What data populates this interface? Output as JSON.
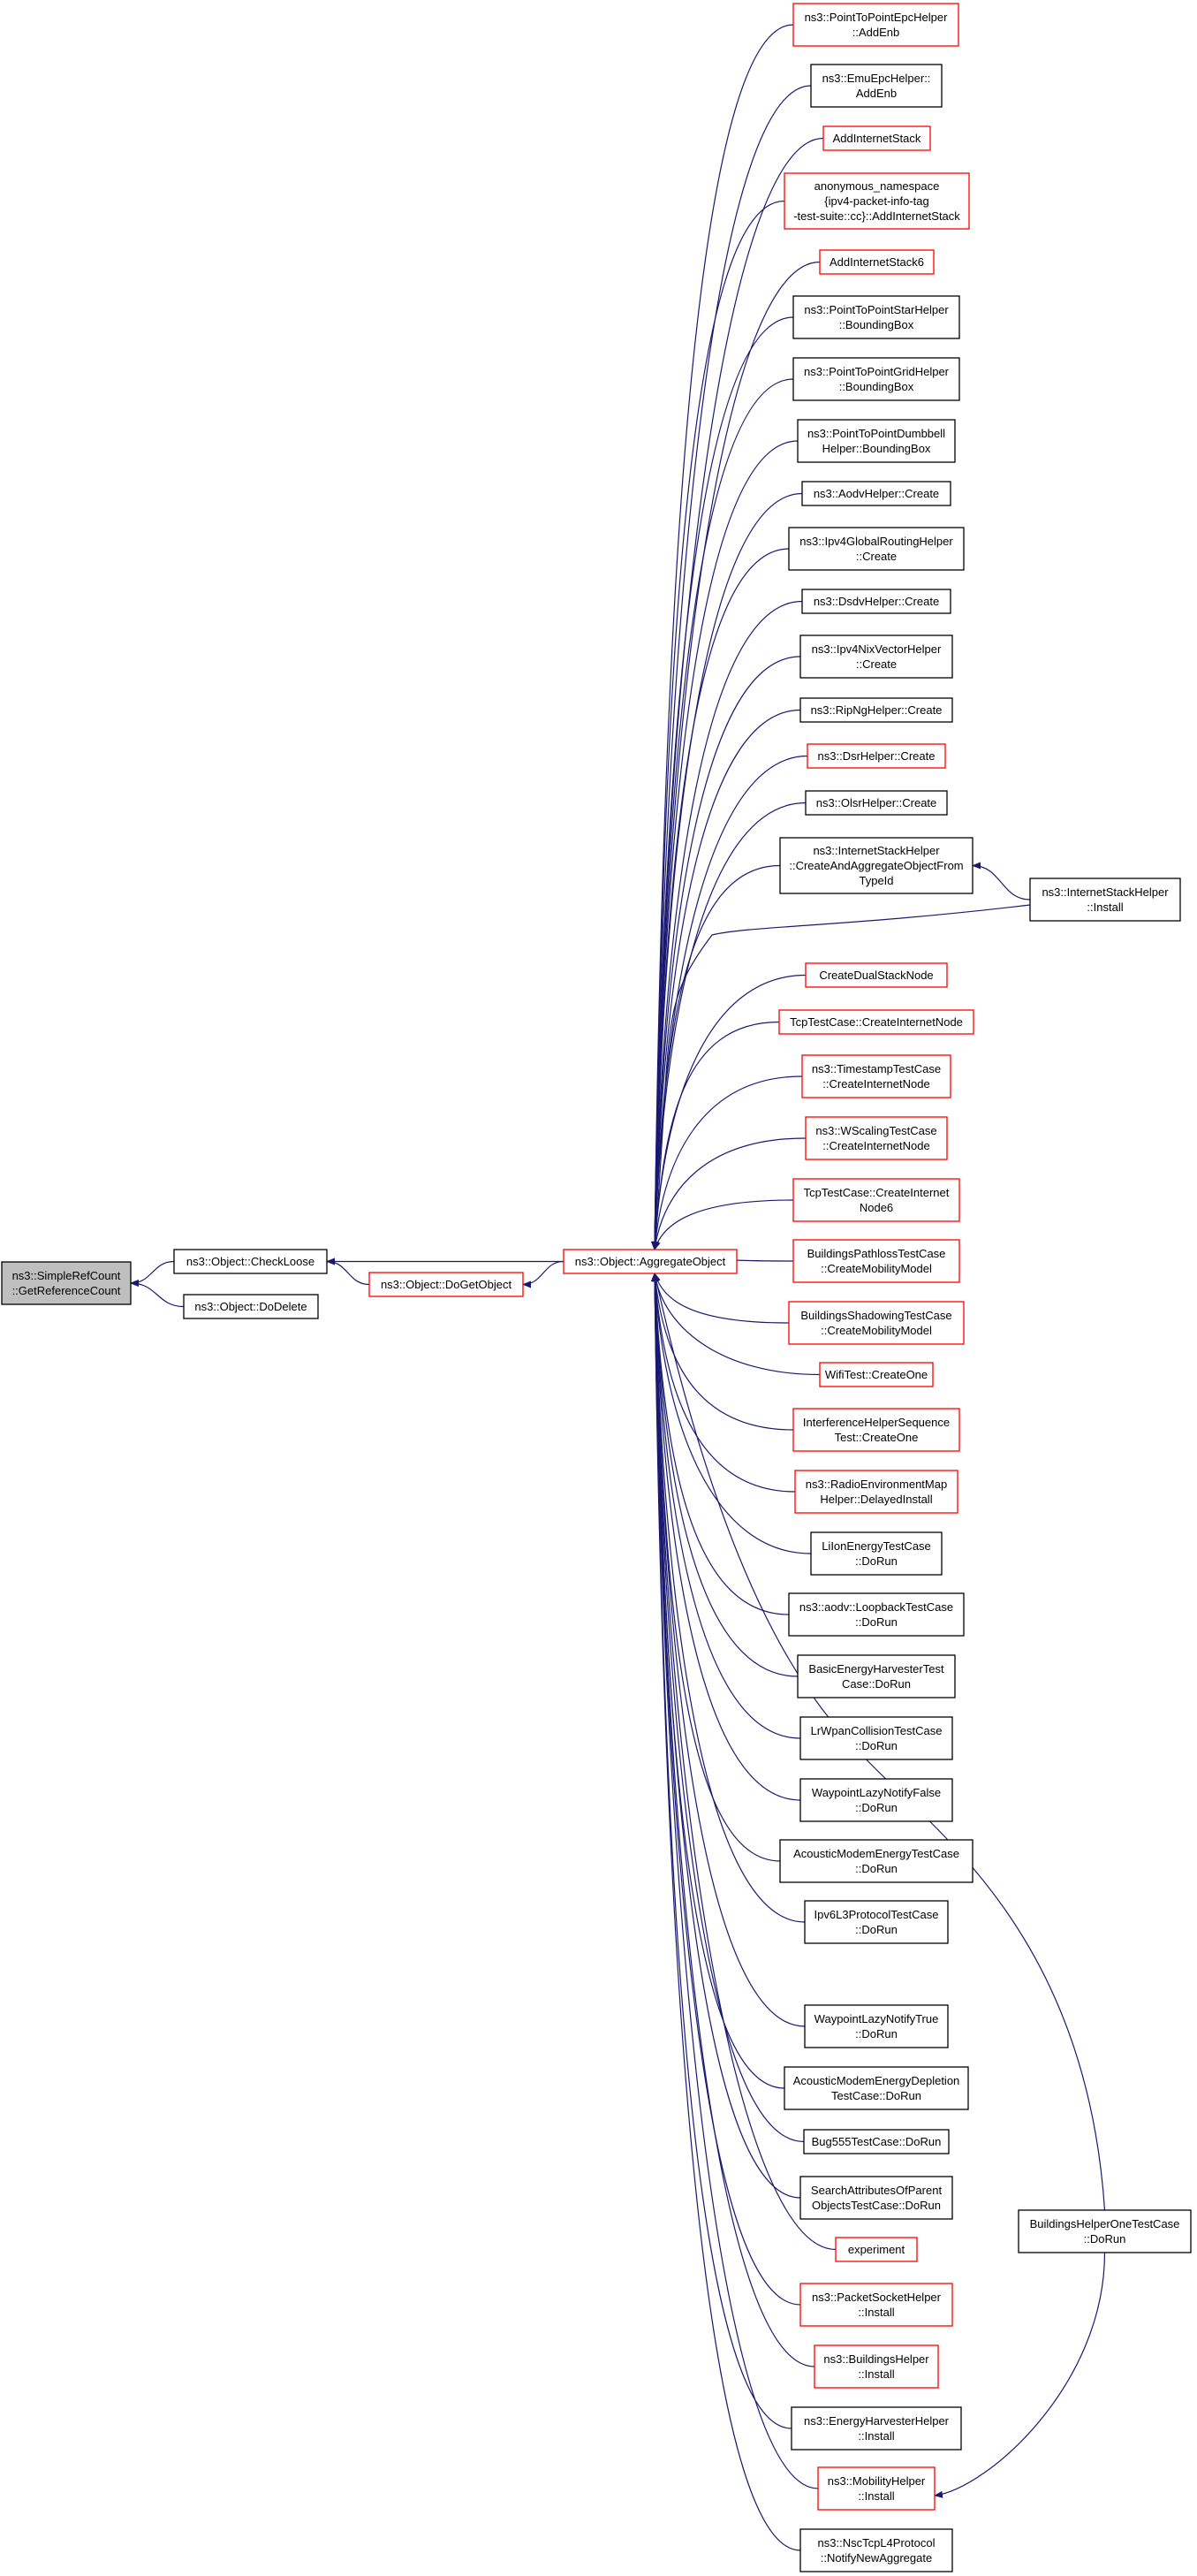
{
  "colors": {
    "edge": "#191970",
    "box_black": "#000000",
    "box_red": "#ff0000",
    "box_gray_fill": "#bfbfbf",
    "background": "#ffffff"
  },
  "nodes": [
    {
      "id": "getref",
      "lines": [
        "ns3::SimpleRefCount",
        "::GetReferenceCount"
      ],
      "border": "black",
      "fill": "gray"
    },
    {
      "id": "checkloose",
      "lines": [
        "ns3::Object::CheckLoose"
      ],
      "border": "black"
    },
    {
      "id": "dodelete",
      "lines": [
        "ns3::Object::DoDelete"
      ],
      "border": "black"
    },
    {
      "id": "dogetobject",
      "lines": [
        "ns3::Object::DoGetObject"
      ],
      "border": "red"
    },
    {
      "id": "aggregate",
      "lines": [
        "ns3::Object::AggregateObject"
      ],
      "border": "red"
    },
    {
      "id": "c0",
      "lines": [
        "ns3::PointToPointEpcHelper",
        "::AddEnb"
      ],
      "border": "red"
    },
    {
      "id": "c1",
      "lines": [
        "ns3::EmuEpcHelper::",
        "AddEnb"
      ],
      "border": "black"
    },
    {
      "id": "c2",
      "lines": [
        "AddInternetStack"
      ],
      "border": "red"
    },
    {
      "id": "c3",
      "lines": [
        "anonymous_namespace",
        "{ipv4-packet-info-tag",
        "-test-suite::cc}::AddInternetStack"
      ],
      "border": "red"
    },
    {
      "id": "c4",
      "lines": [
        "AddInternetStack6"
      ],
      "border": "red"
    },
    {
      "id": "c5",
      "lines": [
        "ns3::PointToPointStarHelper",
        "::BoundingBox"
      ],
      "border": "black"
    },
    {
      "id": "c6",
      "lines": [
        "ns3::PointToPointGridHelper",
        "::BoundingBox"
      ],
      "border": "black"
    },
    {
      "id": "c7",
      "lines": [
        "ns3::PointToPointDumbbell",
        "Helper::BoundingBox"
      ],
      "border": "black"
    },
    {
      "id": "c8",
      "lines": [
        "ns3::AodvHelper::Create"
      ],
      "border": "black"
    },
    {
      "id": "c9",
      "lines": [
        "ns3::Ipv4GlobalRoutingHelper",
        "::Create"
      ],
      "border": "black"
    },
    {
      "id": "c10",
      "lines": [
        "ns3::DsdvHelper::Create"
      ],
      "border": "black"
    },
    {
      "id": "c11",
      "lines": [
        "ns3::Ipv4NixVectorHelper",
        "::Create"
      ],
      "border": "black"
    },
    {
      "id": "c12",
      "lines": [
        "ns3::RipNgHelper::Create"
      ],
      "border": "black"
    },
    {
      "id": "c13",
      "lines": [
        "ns3::DsrHelper::Create"
      ],
      "border": "red"
    },
    {
      "id": "c14",
      "lines": [
        "ns3::OlsrHelper::Create"
      ],
      "border": "black"
    },
    {
      "id": "c15",
      "lines": [
        "ns3::InternetStackHelper",
        "::CreateAndAggregateObjectFrom",
        "TypeId"
      ],
      "border": "black"
    },
    {
      "id": "c16",
      "lines": [
        "CreateDualStackNode"
      ],
      "border": "red"
    },
    {
      "id": "c17",
      "lines": [
        "TcpTestCase::CreateInternetNode"
      ],
      "border": "red"
    },
    {
      "id": "c18",
      "lines": [
        "ns3::TimestampTestCase",
        "::CreateInternetNode"
      ],
      "border": "red"
    },
    {
      "id": "c19",
      "lines": [
        "ns3::WScalingTestCase",
        "::CreateInternetNode"
      ],
      "border": "red"
    },
    {
      "id": "c20",
      "lines": [
        "TcpTestCase::CreateInternet",
        "Node6"
      ],
      "border": "red"
    },
    {
      "id": "c21",
      "lines": [
        "BuildingsPathlossTestCase",
        "::CreateMobilityModel"
      ],
      "border": "red"
    },
    {
      "id": "c22",
      "lines": [
        "BuildingsShadowingTestCase",
        "::CreateMobilityModel"
      ],
      "border": "red"
    },
    {
      "id": "c23",
      "lines": [
        "WifiTest::CreateOne"
      ],
      "border": "red"
    },
    {
      "id": "c24",
      "lines": [
        "InterferenceHelperSequence",
        "Test::CreateOne"
      ],
      "border": "red"
    },
    {
      "id": "c25",
      "lines": [
        "ns3::RadioEnvironmentMap",
        "Helper::DelayedInstall"
      ],
      "border": "red"
    },
    {
      "id": "c26",
      "lines": [
        "LiIonEnergyTestCase",
        "::DoRun"
      ],
      "border": "black"
    },
    {
      "id": "c27",
      "lines": [
        "ns3::aodv::LoopbackTestCase",
        "::DoRun"
      ],
      "border": "black"
    },
    {
      "id": "c28",
      "lines": [
        "BasicEnergyHarvesterTest",
        "Case::DoRun"
      ],
      "border": "black"
    },
    {
      "id": "c29",
      "lines": [
        "LrWpanCollisionTestCase",
        "::DoRun"
      ],
      "border": "black"
    },
    {
      "id": "c30",
      "lines": [
        "WaypointLazyNotifyFalse",
        "::DoRun"
      ],
      "border": "black"
    },
    {
      "id": "c31",
      "lines": [
        "AcousticModemEnergyTestCase",
        "::DoRun"
      ],
      "border": "black"
    },
    {
      "id": "c32",
      "lines": [
        "Ipv6L3ProtocolTestCase",
        "::DoRun"
      ],
      "border": "black"
    },
    {
      "id": "c33",
      "lines": [
        "WaypointLazyNotifyTrue",
        "::DoRun"
      ],
      "border": "black"
    },
    {
      "id": "c34",
      "lines": [
        "AcousticModemEnergyDepletion",
        "TestCase::DoRun"
      ],
      "border": "black"
    },
    {
      "id": "c35",
      "lines": [
        "Bug555TestCase::DoRun"
      ],
      "border": "black"
    },
    {
      "id": "c36",
      "lines": [
        "SearchAttributesOfParent",
        "ObjectsTestCase::DoRun"
      ],
      "border": "black"
    },
    {
      "id": "c37",
      "lines": [
        "experiment"
      ],
      "border": "red"
    },
    {
      "id": "c38",
      "lines": [
        "ns3::PacketSocketHelper",
        "::Install"
      ],
      "border": "red"
    },
    {
      "id": "c39",
      "lines": [
        "ns3::BuildingsHelper",
        "::Install"
      ],
      "border": "red"
    },
    {
      "id": "c40",
      "lines": [
        "ns3::EnergyHarvesterHelper",
        "::Install"
      ],
      "border": "black"
    },
    {
      "id": "c41",
      "lines": [
        "ns3::MobilityHelper",
        "::Install"
      ],
      "border": "red"
    },
    {
      "id": "c42",
      "lines": [
        "ns3::NscTcpL4Protocol",
        "::NotifyNewAggregate"
      ],
      "border": "black"
    },
    {
      "id": "ishinstall",
      "lines": [
        "ns3::InternetStackHelper",
        "::Install"
      ],
      "border": "black"
    },
    {
      "id": "bhonedorun",
      "lines": [
        "BuildingsHelperOneTestCase",
        "::DoRun"
      ],
      "border": "black"
    }
  ],
  "edges": [
    {
      "from": "checkloose",
      "to": "getref"
    },
    {
      "from": "dodelete",
      "to": "getref"
    },
    {
      "from": "dogetobject",
      "to": "checkloose"
    },
    {
      "from": "aggregate",
      "to": "checkloose"
    },
    {
      "from": "aggregate",
      "to": "dogetobject"
    },
    {
      "from": "c0",
      "to": "aggregate"
    },
    {
      "from": "c1",
      "to": "aggregate"
    },
    {
      "from": "c2",
      "to": "aggregate"
    },
    {
      "from": "c3",
      "to": "aggregate"
    },
    {
      "from": "c4",
      "to": "aggregate"
    },
    {
      "from": "c5",
      "to": "aggregate"
    },
    {
      "from": "c6",
      "to": "aggregate"
    },
    {
      "from": "c7",
      "to": "aggregate"
    },
    {
      "from": "c8",
      "to": "aggregate"
    },
    {
      "from": "c9",
      "to": "aggregate"
    },
    {
      "from": "c10",
      "to": "aggregate"
    },
    {
      "from": "c11",
      "to": "aggregate"
    },
    {
      "from": "c12",
      "to": "aggregate"
    },
    {
      "from": "c13",
      "to": "aggregate"
    },
    {
      "from": "c14",
      "to": "aggregate"
    },
    {
      "from": "c15",
      "to": "aggregate"
    },
    {
      "from": "ishinstall",
      "to": "aggregate"
    },
    {
      "from": "ishinstall",
      "to": "c15"
    },
    {
      "from": "c16",
      "to": "aggregate"
    },
    {
      "from": "c17",
      "to": "aggregate"
    },
    {
      "from": "c18",
      "to": "aggregate"
    },
    {
      "from": "c19",
      "to": "aggregate"
    },
    {
      "from": "c20",
      "to": "aggregate"
    },
    {
      "from": "c21",
      "to": "aggregate"
    },
    {
      "from": "c22",
      "to": "aggregate"
    },
    {
      "from": "c23",
      "to": "aggregate"
    },
    {
      "from": "c24",
      "to": "aggregate"
    },
    {
      "from": "c25",
      "to": "aggregate"
    },
    {
      "from": "c26",
      "to": "aggregate"
    },
    {
      "from": "c27",
      "to": "aggregate"
    },
    {
      "from": "c28",
      "to": "aggregate"
    },
    {
      "from": "c29",
      "to": "aggregate"
    },
    {
      "from": "c30",
      "to": "aggregate"
    },
    {
      "from": "c31",
      "to": "aggregate"
    },
    {
      "from": "c32",
      "to": "aggregate"
    },
    {
      "from": "bhonedorun",
      "to": "aggregate"
    },
    {
      "from": "bhonedorun",
      "to": "c41"
    },
    {
      "from": "c33",
      "to": "aggregate"
    },
    {
      "from": "c34",
      "to": "aggregate"
    },
    {
      "from": "c35",
      "to": "aggregate"
    },
    {
      "from": "c36",
      "to": "aggregate"
    },
    {
      "from": "c37",
      "to": "aggregate"
    },
    {
      "from": "c38",
      "to": "aggregate"
    },
    {
      "from": "c39",
      "to": "aggregate"
    },
    {
      "from": "c40",
      "to": "aggregate"
    },
    {
      "from": "c41",
      "to": "aggregate"
    },
    {
      "from": "c42",
      "to": "aggregate"
    }
  ]
}
